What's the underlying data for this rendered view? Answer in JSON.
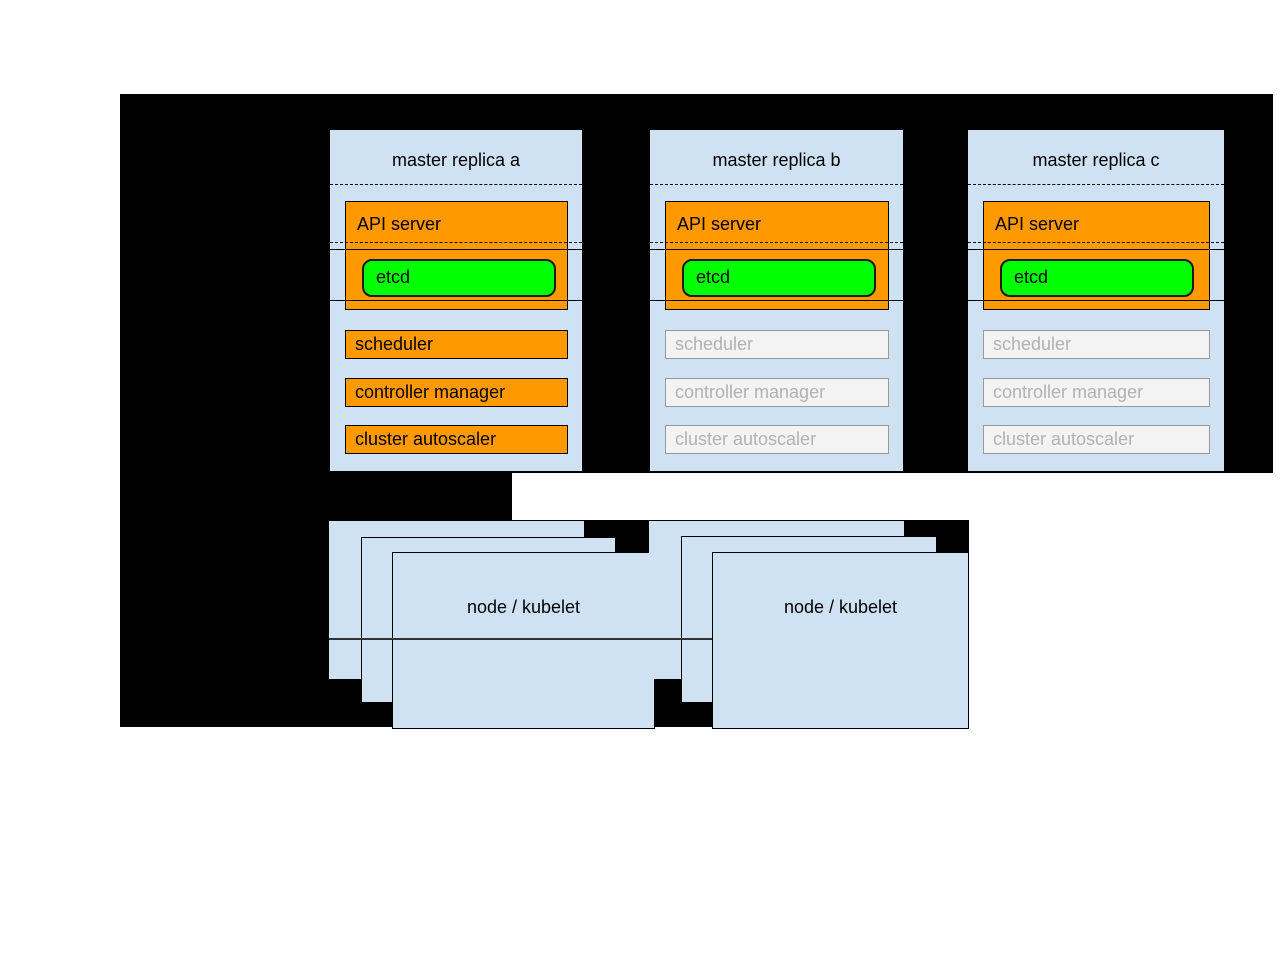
{
  "colors": {
    "canvas_background": "#000000",
    "panel_fill": "#cfe2f3",
    "active_fill": "#ff9900",
    "etcd_fill": "#00ff00",
    "ghost_fill": "#f3f3f3",
    "ghost_border": "#999999",
    "ghost_text": "#b2b2b2"
  },
  "masters": [
    {
      "title": "master replica a",
      "api_server": "API server",
      "etcd": "etcd",
      "components": [
        "scheduler",
        "controller manager",
        "cluster autoscaler"
      ],
      "state": "active"
    },
    {
      "title": "master replica b",
      "api_server": "API server",
      "etcd": "etcd",
      "components": [
        "scheduler",
        "controller manager",
        "cluster autoscaler"
      ],
      "state": "inactive"
    },
    {
      "title": "master replica c",
      "api_server": "API server",
      "etcd": "etcd",
      "components": [
        "scheduler",
        "controller manager",
        "cluster autoscaler"
      ],
      "state": "inactive"
    }
  ],
  "node_groups": [
    {
      "label": "node / kubelet"
    },
    {
      "label": "node / kubelet"
    }
  ]
}
